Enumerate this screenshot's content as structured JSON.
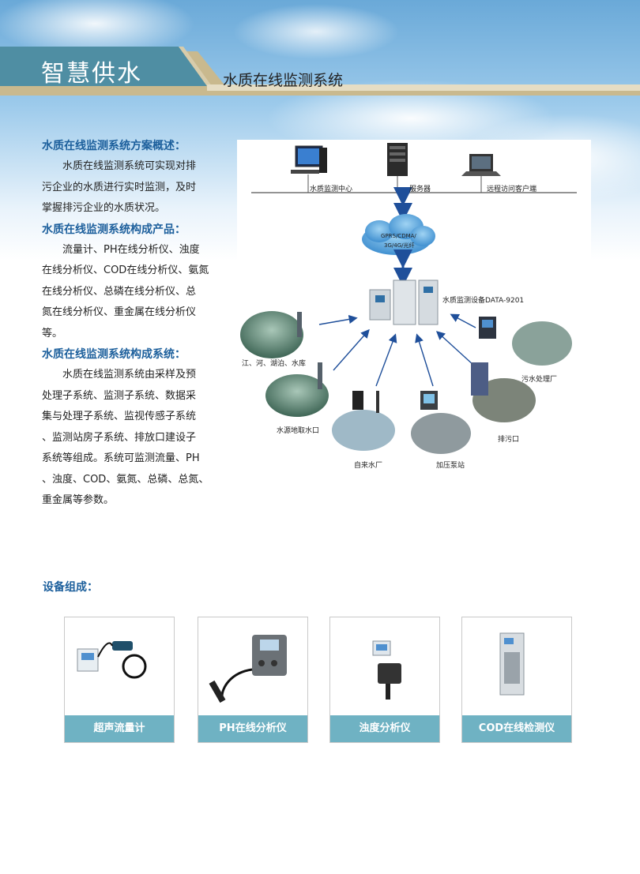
{
  "header": {
    "band_title": "智慧供水",
    "band_subtitle": "水质在线监测系统"
  },
  "sections": [
    {
      "heading": "水质在线监测系统方案概述：",
      "lines": [
        "　　水质在线监测系统可实现对排",
        "污企业的水质进行实时监测，及时",
        "掌握排污企业的水质状况。"
      ]
    },
    {
      "heading": "水质在线监测系统构成产品：",
      "lines": [
        "　　流量计、PH在线分析仪、浊度",
        "在线分析仪、COD在线分析仪、氨氮",
        "在线分析仪、总磷在线分析仪、总",
        "氮在线分析仪、重金属在线分析仪",
        "等。"
      ]
    },
    {
      "heading": "水质在线监测系统构成系统：",
      "lines": [
        "　　水质在线监测系统由采样及预",
        "处理子系统、监测子系统、数据采",
        "集与处理子系统、监视传感子系统",
        "、监测站房子系统、排放口建设子",
        "系统等组成。系统可监测流量、PH",
        "、浊度、COD、氨氮、总磷、总氮、",
        "重金属等参数。"
      ]
    }
  ],
  "diagram": {
    "center_label": "水质监测中心",
    "server_label": "服务器",
    "remote_label": "远程访问客户端",
    "network_line1": "GPRS/CDMA/",
    "network_line2": "3G/4G/光纤",
    "device_label": "水质监测设备DATA-9201",
    "site_river": "江、河、湖泊、水库",
    "site_intake": "水源地取水口",
    "site_waterworks": "自来水厂",
    "site_pump": "加压泵站",
    "site_outlet": "排污口",
    "site_sewage": "污水处理厂"
  },
  "devices": {
    "heading": "设备组成：",
    "items": [
      {
        "label": "超声流量计",
        "icon": "ultrasonic-flowmeter-image"
      },
      {
        "label": "PH在线分析仪",
        "icon": "ph-analyzer-image"
      },
      {
        "label": "浊度分析仪",
        "icon": "turbidity-analyzer-image"
      },
      {
        "label": "COD在线检测仪",
        "icon": "cod-analyzer-image"
      }
    ]
  },
  "colors": {
    "heading_blue": "#1c5f9c",
    "band_teal": "#5b95a8",
    "caption_teal": "#6fb2c3"
  }
}
